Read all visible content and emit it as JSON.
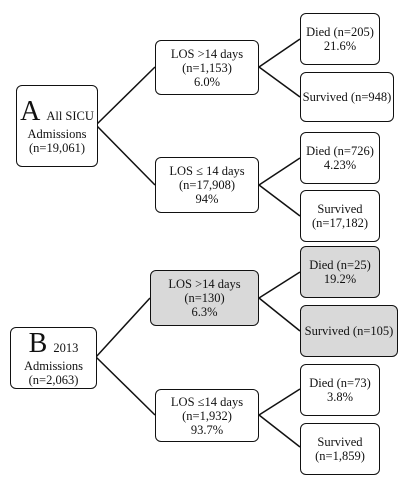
{
  "panel_a": {
    "root": {
      "letter": "A",
      "label": "All SICU",
      "line2": "Admissions",
      "line3": "(n=19,061)"
    },
    "long": {
      "line1": "LOS >14 days",
      "line2": "(n=1,153)",
      "line3": "6.0%"
    },
    "short": {
      "line1": "LOS ≤ 14 days",
      "line2": "(n=17,908)",
      "line3": "94%"
    },
    "long_died": {
      "line1": "Died (n=205)",
      "line2": "21.6%"
    },
    "long_survived": {
      "line1": "Survived (n=948)"
    },
    "short_died": {
      "line1": "Died (n=726)",
      "line2": "4.23%"
    },
    "short_survived": {
      "line1": "Survived",
      "line2": "(n=17,182)"
    }
  },
  "panel_b": {
    "root": {
      "letter": "B",
      "label": "2013",
      "line2": "Admissions",
      "line3": "(n=2,063)"
    },
    "long": {
      "line1": "LOS >14 days",
      "line2": "(n=130)",
      "line3": "6.3%"
    },
    "short": {
      "line1": "LOS ≤14 days",
      "line2": "(n=1,932)",
      "line3": "93.7%"
    },
    "long_died": {
      "line1": "Died (n=25)",
      "line2": "19.2%"
    },
    "long_survived": {
      "line1": "Survived (n=105)"
    },
    "short_died": {
      "line1": "Died (n=73)",
      "line2": "3.8%"
    },
    "short_survived": {
      "line1": "Survived",
      "line2": "(n=1,859)"
    }
  },
  "colors": {
    "shaded_box": "#d9d9d9",
    "stroke": "#111111"
  }
}
